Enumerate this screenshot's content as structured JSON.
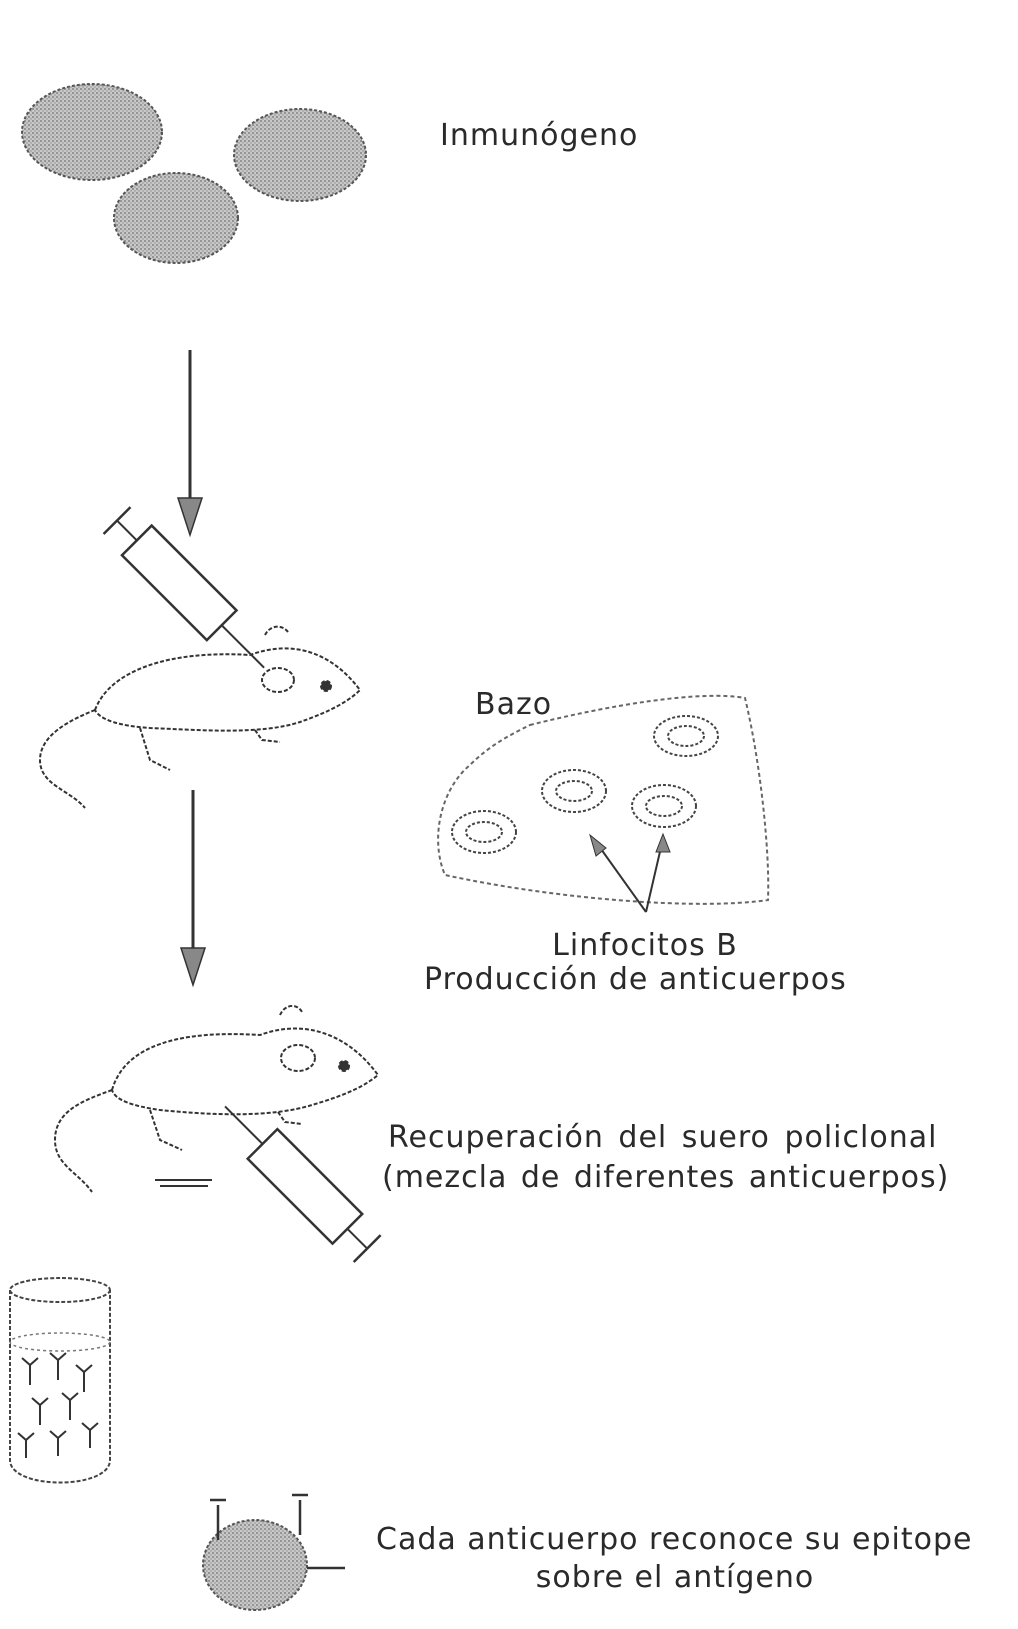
{
  "labels": {
    "immunogen": "Inmunógeno",
    "spleen": "Bazo",
    "b_cells": "Linfocitos  B",
    "antibody_production": "Producción  de  anticuerpos",
    "serum_recovery": "Recuperación  del  suero  policlonal",
    "serum_mixture": "(mezcla  de  diferentes  anticuerpos)",
    "epitope_line1": "Cada  anticuerpo  reconoce  su  epitope",
    "epitope_line2": "sobre  el  antígeno"
  },
  "colors": {
    "ink": "#2a2a2a",
    "blob": "#9a9a9a"
  }
}
